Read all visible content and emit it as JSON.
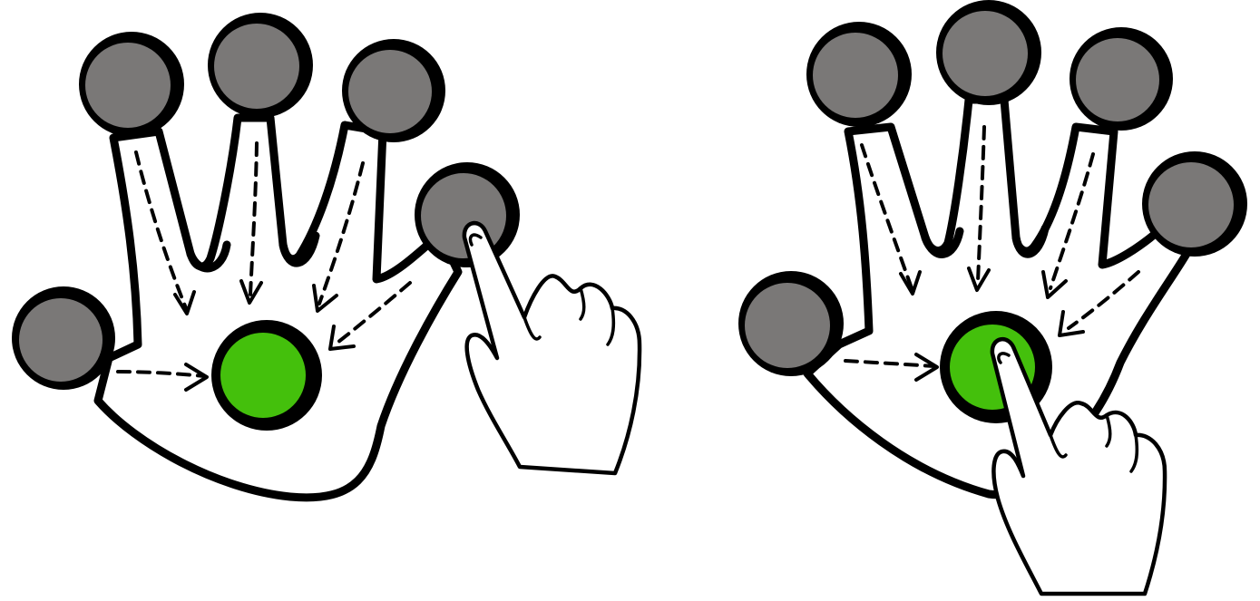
{
  "colors": {
    "background": "#ffffff",
    "outline": "#000000",
    "finger_target": "#7a7877",
    "palm_target": "#44c00c"
  },
  "panels": [
    {
      "name": "before-tap",
      "finger_targets": 5,
      "center_target_color": "#44c00c",
      "pointer": "tapping-pinky-target"
    },
    {
      "name": "after-tap",
      "finger_targets": 5,
      "center_target_color": "#44c00c",
      "pointer": "tapping-center-target"
    }
  ]
}
